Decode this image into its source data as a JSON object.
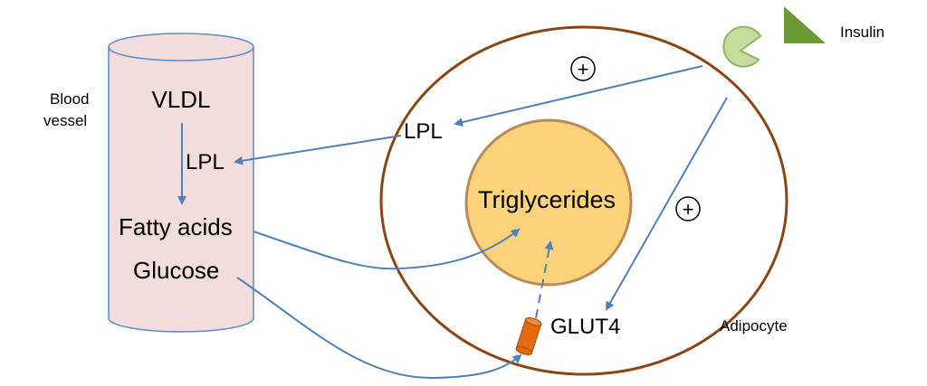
{
  "labels": {
    "blood_vessel_line1": "Blood",
    "blood_vessel_line2": "vessel",
    "vldl": "VLDL",
    "lpl_vessel": "LPL",
    "fatty_acids": "Fatty acids",
    "glucose": "Glucose",
    "lpl_cell": "LPL",
    "triglycerides": "Triglycerides",
    "glut4": "GLUT4",
    "adipocyte": "Adipocyte",
    "insulin": "Insulin",
    "plus_top": "+",
    "plus_right": "+"
  },
  "colors": {
    "vessel_fill": "#f3dcdc",
    "vessel_stroke": "#5b8ccc",
    "cell_stroke": "#8b4513",
    "triglyceride_fill": "#fcd37a",
    "triglyceride_stroke": "#b98a5a",
    "receptor_fill": "#c5dd9c",
    "receptor_stroke": "#8fb463",
    "insulin_fill": "#6b9a35",
    "glut4_fill": "#e36a12",
    "arrow": "#4f80bd"
  },
  "icons": {
    "insulin": "triangle-shape",
    "receptor": "pacman-shape",
    "glut4": "cylinder-transporter-shape"
  }
}
